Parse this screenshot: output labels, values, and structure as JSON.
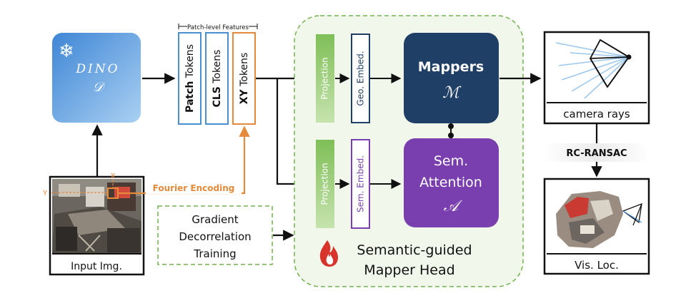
{
  "encoder": {
    "snowflake": "❄",
    "name": "DINO",
    "symbol": "𝒟"
  },
  "features": {
    "bracket_label": "Patch-level Features",
    "patch_bold": "Patch",
    "patch_rest": " Tokens",
    "cls_bold": "CLS",
    "cls_rest": " Tokens",
    "xy_bold": "XY",
    "xy_rest": " Tokens"
  },
  "input": {
    "label": "Input Img.",
    "axis_x": "X",
    "axis_y": "Y"
  },
  "fourier_label": "Fourier Encoding",
  "training": {
    "line1": "Gradient",
    "line2": "Decorrelation",
    "line3": "Training"
  },
  "head": {
    "projection_top": "Projection",
    "geo_embed": "Geo. Embed.",
    "projection_bottom": "Projection",
    "sem_embed": "Sem. Embed.",
    "mappers_title": "Mappers",
    "mappers_symbol": "ℳ",
    "sem_line1": "Sem.",
    "sem_line2": "Attention",
    "sem_symbol": "𝒜",
    "title_line1": "Semantic-guided",
    "title_line2": "Mapper Head"
  },
  "camera_rays_label": "camera rays",
  "ransac_label": "RC-RANSAC",
  "visloc_label": "Vis. Loc.",
  "colors": {
    "dino_blue": "#4a90d9",
    "token_blue": "#4a8fd0",
    "token_orange": "#e58a3a",
    "green_bar": "#86c25f",
    "navy": "#1f3f66",
    "purple": "#7a3fae",
    "dashed_green": "#72b24e",
    "flame": "#d9342b"
  }
}
